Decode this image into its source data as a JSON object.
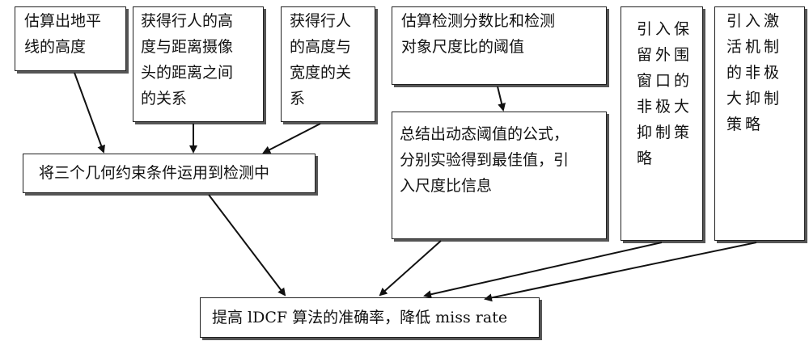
{
  "boxes": {
    "horizon": "估算出地平\n线的高度",
    "pedestrian_distance": "获得行人的高\n度与距离摄像\n头的距离之间\n的关系",
    "pedestrian_width": "获得行人\n的高度与\n宽度的关\n系",
    "threshold": "估算检测分数比和检测\n对象尺度比的阈值",
    "nms_window": "引入保\n留外围\n窗口的\n非极大\n抑制策\n略",
    "nms_activation": "引入激\n活机制\n的非极\n大抑制\n策略",
    "apply_constraints": "将三个几何约束条件运用到检测中",
    "dynamic_threshold": "总结出动态阈值的公式，\n分别实验得到最佳值，引\n入尺度比信息",
    "result": "提高 lDCF 算法的准确率，降低 miss rate"
  }
}
